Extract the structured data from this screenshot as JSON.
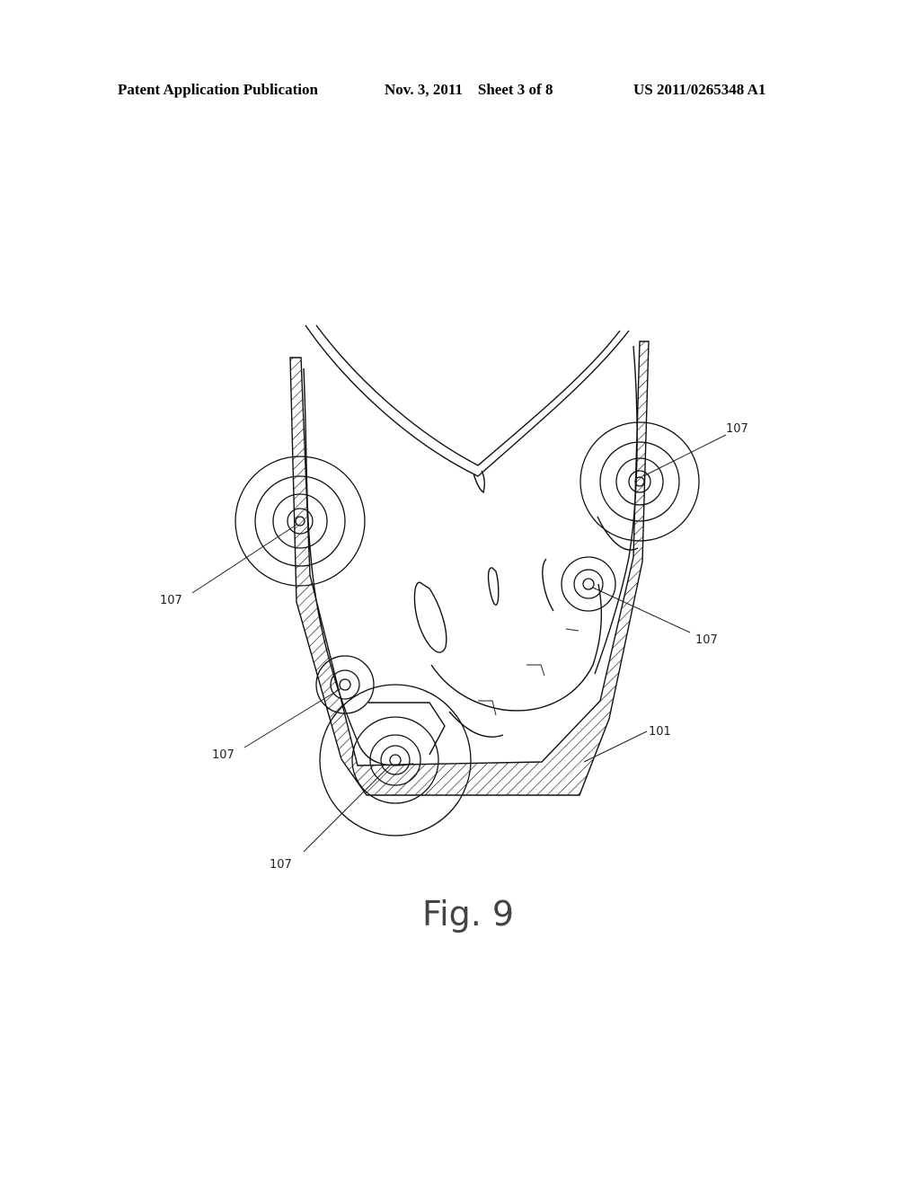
{
  "header": {
    "left": "Patent Application Publication",
    "middle": "Nov. 3, 2011    Sheet 3 of 8",
    "right": "US 2011/0265348 A1"
  },
  "figure": {
    "caption": "Fig. 9",
    "refs": [
      {
        "id": "ref-107-top-right",
        "label": "107"
      },
      {
        "id": "ref-107-left-upper",
        "label": "107"
      },
      {
        "id": "ref-107-right-middle",
        "label": "107"
      },
      {
        "id": "ref-107-left-lower",
        "label": "107"
      },
      {
        "id": "ref-107-bottom",
        "label": "107"
      },
      {
        "id": "ref-101",
        "label": "101"
      }
    ]
  }
}
